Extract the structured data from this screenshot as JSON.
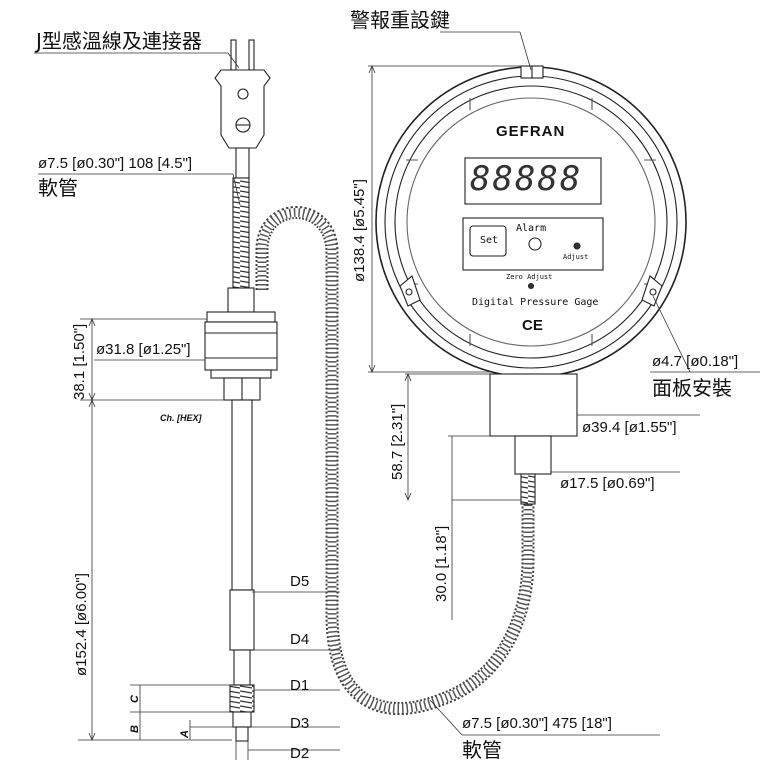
{
  "labels": {
    "connector": "J型感溫線及連接器",
    "reset_key": "警報重設鍵",
    "panel_mount": "面板安裝",
    "hose_top": "軟管",
    "hose_bottom": "軟管",
    "hose_top_dim": "ø7.5 [ø0.30\"] 108 [4.5\"]",
    "hose_bottom_dim": "ø7.5 [ø0.30\"] 475 [18\"]",
    "hex_dia": "ø31.8 [ø1.25\"]",
    "hex_len": "38.1 [1.50\"]",
    "hex_label": "Ch. [HEX]",
    "probe_len": "ø152.4 [ø6.00\"]",
    "gauge_dia": "ø138.4 [ø5.45\"]",
    "hole_dia": "ø4.7 [ø0.18\"]",
    "neck_len": "58.7 [2.31\"]",
    "stem_len": "30.0 [1.18\"]",
    "neck_dia": "ø39.4 [ø1.55\"]",
    "stem_dia": "ø17.5 [ø0.69\"]",
    "d5": "D5",
    "d4": "D4",
    "d1": "D1",
    "d3": "D3",
    "d2": "D2",
    "a": "A",
    "b": "B",
    "c": "C"
  },
  "gauge": {
    "brand": "GEFRAN",
    "display": "88888",
    "set_button": "Set",
    "alarm": "Alarm",
    "adjust": "Adjust",
    "zero_adjust": "Zero Adjust",
    "model_text": "Digital Pressure Gage",
    "ce_mark": "CE"
  }
}
